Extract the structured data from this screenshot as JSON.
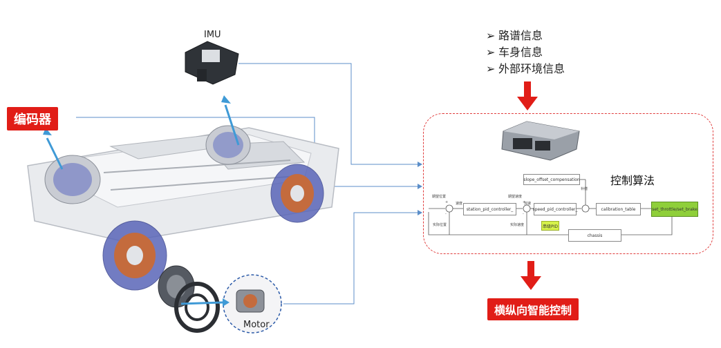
{
  "imu_label": "IMU",
  "encoder_label": "编码器",
  "motor_label": "Motor",
  "inputs": [
    "路谱信息",
    "车身信息",
    "外部环境信息"
  ],
  "algorithm_title": "控制算法",
  "output_label": "横纵向智能控制",
  "diagram": {
    "slope_box": "slope_offset_compensation",
    "station_box": "station_pid_controller_",
    "speed_box": "speed_pid_controller_",
    "calib_box": "calibration_table",
    "throttle_box": "set_throttle/set_brake",
    "chassis_box": "chassis",
    "pid_badge": "串级PID",
    "expected_pos": "期望位置",
    "actual_pos": "实际位置",
    "speed_err": "速度",
    "expected_speed": "期望速度",
    "actual_speed": "实际速度",
    "accel": "加速",
    "slope_comp": "补偿",
    "plus": "+",
    "minus": "-"
  },
  "colors": {
    "accent_red": "#e11d17",
    "connector_blue": "#5b8ec9",
    "highlight_green": "#8fcf3a",
    "pid_badge": "#d6f24a"
  }
}
